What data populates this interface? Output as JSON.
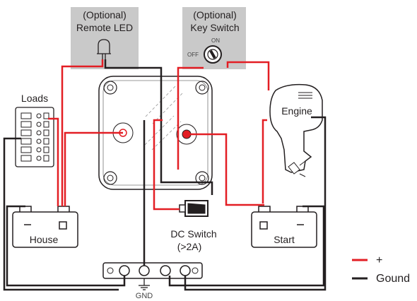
{
  "labels": {
    "remote_led_title": "(Optional)",
    "remote_led_name": "Remote LED",
    "key_switch_title": "(Optional)",
    "key_switch_name": "Key Switch",
    "key_on": "ON",
    "key_off": "OFF",
    "loads": "Loads",
    "engine": "Engine",
    "house": "House",
    "start": "Start",
    "dc_switch_name": "DC Switch",
    "dc_switch_rating": "(>2A)",
    "gnd": "GND"
  },
  "legend": [
    {
      "symbol": "—",
      "label": "+",
      "color": "#e31e24"
    },
    {
      "symbol": "—",
      "label": "Gound",
      "color": "#231f20"
    }
  ],
  "colors": {
    "positive_wire": "#e31e24",
    "ground_wire": "#231f20",
    "optional_box": "#c9c9c9"
  }
}
